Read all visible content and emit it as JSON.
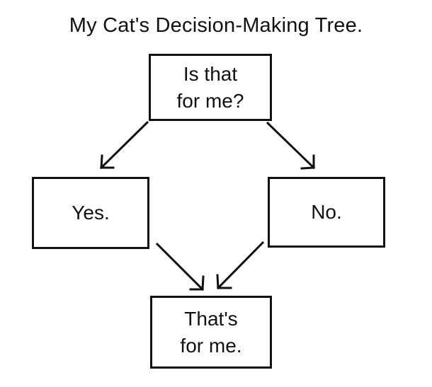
{
  "title": "My Cat's Decision-Making Tree.",
  "nodes": {
    "question": "Is that\nfor me?",
    "yes": "Yes.",
    "no": "No.",
    "result": "That's\nfor me."
  }
}
